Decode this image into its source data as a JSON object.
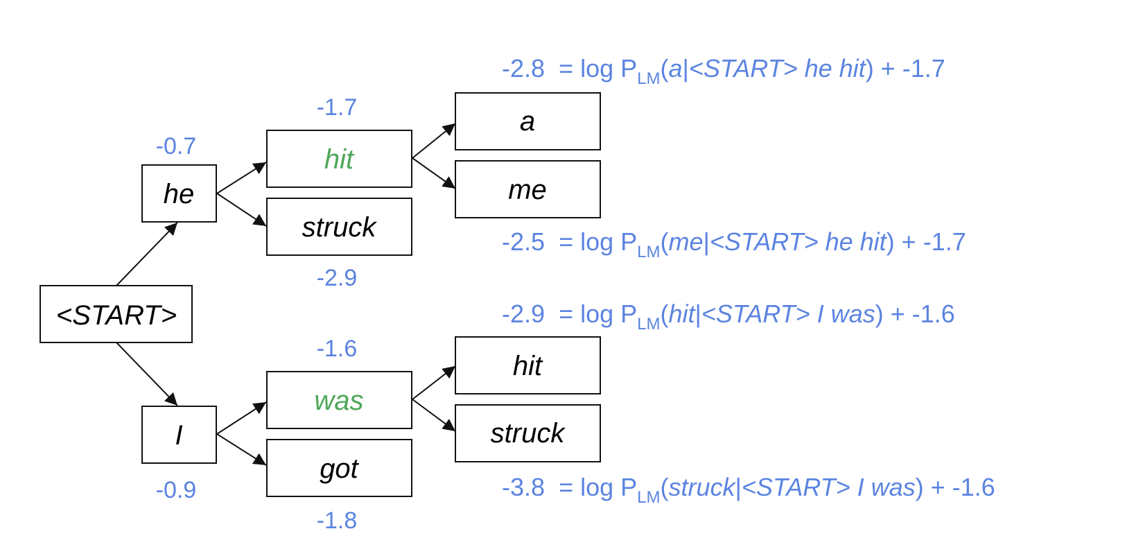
{
  "nodes": {
    "start": {
      "label": "<START>"
    },
    "he": {
      "label": "he",
      "score": "-0.7"
    },
    "i": {
      "label": "I",
      "score": "-0.9"
    },
    "hit": {
      "label": "hit",
      "score": "-1.7",
      "highlight": true
    },
    "struck": {
      "label": "struck",
      "score": "-2.9"
    },
    "was": {
      "label": "was",
      "score": "-1.6",
      "highlight": true
    },
    "got": {
      "label": "got",
      "score": "-1.8"
    },
    "a": {
      "label": "a"
    },
    "me": {
      "label": "me"
    },
    "hit2": {
      "label": "hit"
    },
    "struck2": {
      "label": "struck"
    }
  },
  "formulas": {
    "a": {
      "value": "-2.8",
      "eq": "= log P",
      "sub": "LM",
      "open": "(",
      "word": "a",
      "bar": "|",
      "context": "<START> he hit",
      "close": ") + -1.7"
    },
    "me": {
      "value": "-2.5",
      "eq": "= log P",
      "sub": "LM",
      "open": "(",
      "word": "me",
      "bar": "|",
      "context": "<START> he hit",
      "close": ") + -1.7"
    },
    "hit2": {
      "value": "-2.9",
      "eq": "= log P",
      "sub": "LM",
      "open": "(",
      "word": "hit",
      "bar": "|",
      "context": "<START> I was",
      "close": ") + -1.6"
    },
    "struck2": {
      "value": "-3.8",
      "eq": "= log P",
      "sub": "LM",
      "open": "(",
      "word": "struck",
      "bar": "|",
      "context": "<START> I was",
      "close": ") + -1.6"
    }
  },
  "colors": {
    "score": "#5b84e0",
    "highlight": "#4fa75a",
    "stroke": "#111111"
  }
}
